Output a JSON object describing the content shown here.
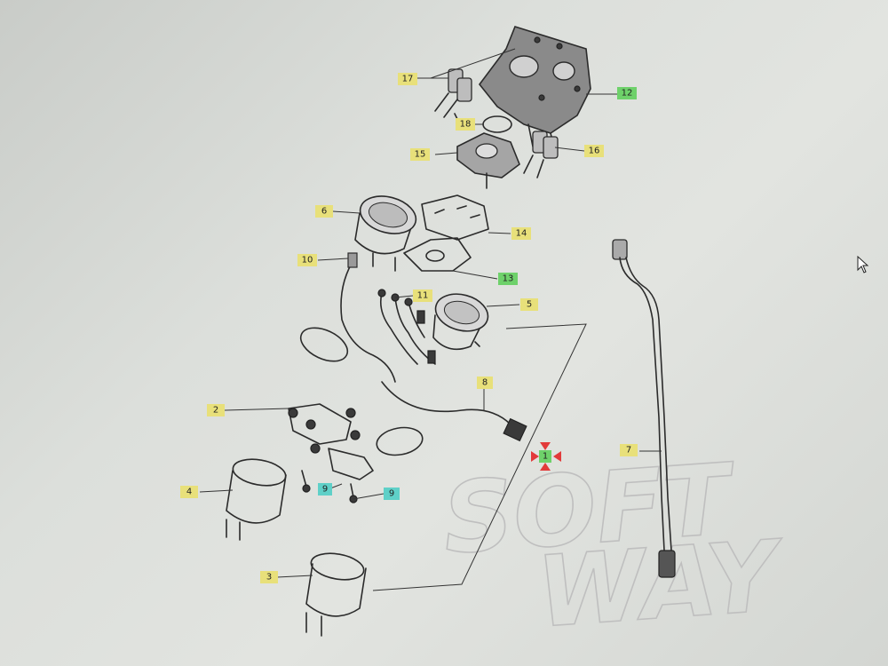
{
  "diagram": {
    "watermark": {
      "line1": "SOFT",
      "line2": "WAY"
    },
    "colors": {
      "yellow": "#e8e07a",
      "green": "#6ed16a",
      "teal": "#5fd0c8",
      "marker": "#e23a3a",
      "line": "#2b2b2b",
      "background": "#dcdfdb"
    },
    "callouts": [
      {
        "id": "c17",
        "label": "17",
        "color": "yellow"
      },
      {
        "id": "c12",
        "label": "12",
        "color": "green"
      },
      {
        "id": "c18",
        "label": "18",
        "color": "yellow"
      },
      {
        "id": "c15",
        "label": "15",
        "color": "yellow"
      },
      {
        "id": "c16",
        "label": "16",
        "color": "yellow"
      },
      {
        "id": "c6",
        "label": "6",
        "color": "yellow"
      },
      {
        "id": "c14",
        "label": "14",
        "color": "yellow"
      },
      {
        "id": "c10",
        "label": "10",
        "color": "yellow"
      },
      {
        "id": "c13",
        "label": "13",
        "color": "green"
      },
      {
        "id": "c11",
        "label": "11",
        "color": "yellow"
      },
      {
        "id": "c5",
        "label": "5",
        "color": "yellow"
      },
      {
        "id": "c8",
        "label": "8",
        "color": "yellow"
      },
      {
        "id": "c2",
        "label": "2",
        "color": "yellow"
      },
      {
        "id": "c1",
        "label": "1",
        "color": "green"
      },
      {
        "id": "c7",
        "label": "7",
        "color": "yellow"
      },
      {
        "id": "c4",
        "label": "4",
        "color": "yellow"
      },
      {
        "id": "c9a",
        "label": "9",
        "color": "teal"
      },
      {
        "id": "c9b",
        "label": "9",
        "color": "teal"
      },
      {
        "id": "c3",
        "label": "3",
        "color": "yellow"
      }
    ],
    "cursor_icon": "mouse-pointer-icon",
    "marker_icon": "selection-marker-icon"
  }
}
